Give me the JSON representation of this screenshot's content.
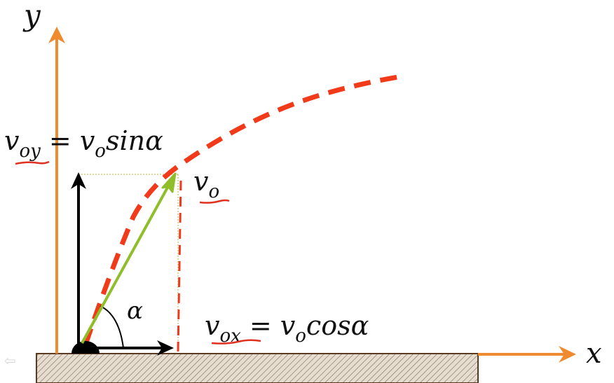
{
  "labels": {
    "y_axis": "y",
    "x_axis": "x",
    "alpha": "α",
    "v0": "v",
    "v0_sub": "o",
    "voy_v": "v",
    "voy_sub": "oy",
    "voy_eq": " = ",
    "voy_rhs_v": "v",
    "voy_rhs_sub": "o",
    "voy_rhs_fn": "sinα",
    "vox_v": "v",
    "vox_sub": "ox",
    "vox_eq": " = ",
    "vox_rhs_v": "v",
    "vox_rhs_sub": "o",
    "vox_rhs_fn": "cosα"
  },
  "colors": {
    "axis": "#f08a2e",
    "trajectory": "#f03a1a",
    "velocity": "#8fbe2a",
    "component": "#000000",
    "ground_fill": "#e6ddd0",
    "ground_hatch": "#8a7a66",
    "ground_border": "#5a3a20",
    "guide": "#c8c060",
    "underline": "#e03020"
  },
  "nav": {
    "back_icon": "⇦"
  }
}
